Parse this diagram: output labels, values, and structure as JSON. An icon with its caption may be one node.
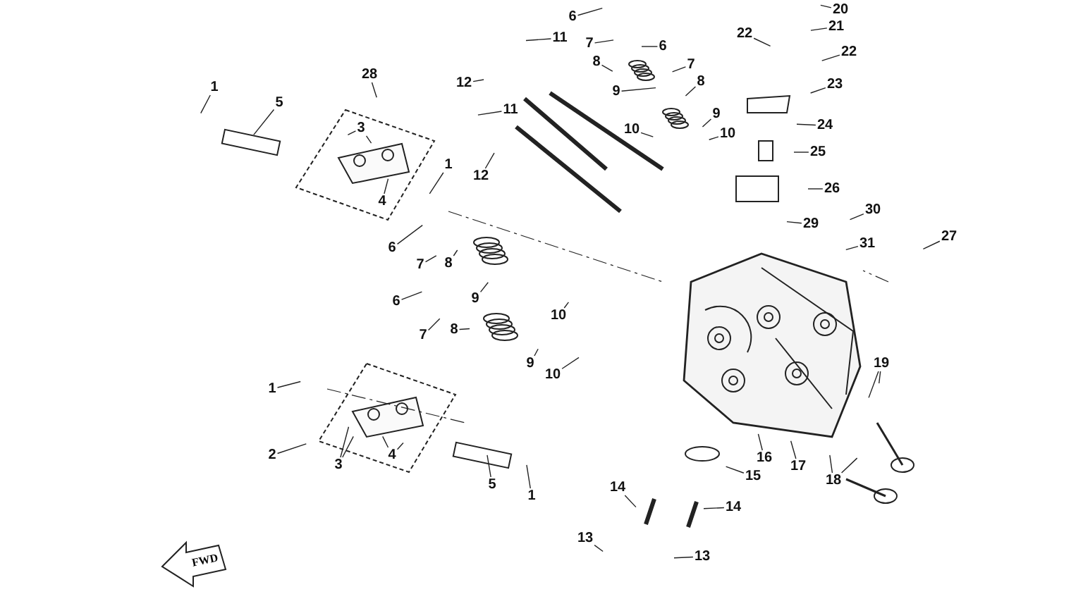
{
  "diagram": {
    "nodes": [
      {
        "text": [
          "1"
        ]
      },
      {
        "text": [
          "5"
        ]
      },
      {
        "text": [
          "28"
        ]
      },
      {
        "text": [
          "3"
        ]
      },
      {
        "text": [
          "4"
        ]
      },
      {
        "text": [
          "1"
        ]
      },
      {
        "text": [
          "12"
        ]
      },
      {
        "text": [
          "11"
        ]
      },
      {
        "text": [
          "12"
        ]
      },
      {
        "text": [
          "11"
        ]
      },
      {
        "text": [
          "6"
        ]
      },
      {
        "text": [
          "7"
        ]
      },
      {
        "text": [
          "8"
        ]
      },
      {
        "text": [
          "9"
        ]
      },
      {
        "text": [
          "10"
        ]
      },
      {
        "text": [
          "6"
        ]
      },
      {
        "text": [
          "7"
        ]
      },
      {
        "text": [
          "8"
        ]
      },
      {
        "text": [
          "9"
        ]
      },
      {
        "text": [
          "10"
        ]
      },
      {
        "text": [
          "20"
        ]
      },
      {
        "text": [
          "21"
        ]
      },
      {
        "text": [
          "22"
        ]
      },
      {
        "text": [
          "22"
        ]
      },
      {
        "text": [
          "23"
        ]
      },
      {
        "text": [
          "24"
        ]
      },
      {
        "text": [
          "25"
        ]
      },
      {
        "text": [
          "26"
        ]
      },
      {
        "text": [
          "29"
        ]
      },
      {
        "text": [
          "30"
        ]
      },
      {
        "text": [
          "31"
        ]
      },
      {
        "text": [
          "27"
        ]
      },
      {
        "text": [
          "6"
        ]
      },
      {
        "text": [
          "7"
        ]
      },
      {
        "text": [
          "8"
        ]
      },
      {
        "text": [
          "9"
        ]
      },
      {
        "text": [
          "10"
        ]
      },
      {
        "text": [
          "6"
        ]
      },
      {
        "text": [
          "7"
        ]
      },
      {
        "text": [
          "8"
        ]
      },
      {
        "text": [
          "9"
        ]
      },
      {
        "text": [
          "10"
        ]
      },
      {
        "text": [
          "1"
        ]
      },
      {
        "text": [
          "2"
        ]
      },
      {
        "text": [
          "3"
        ]
      },
      {
        "text": [
          "4"
        ]
      },
      {
        "text": [
          "5"
        ]
      },
      {
        "text": [
          "1"
        ]
      },
      {
        "text": [
          "14"
        ]
      },
      {
        "text": [
          "14"
        ]
      },
      {
        "text": [
          "13"
        ]
      },
      {
        "text": [
          "13"
        ]
      },
      {
        "text": [
          "15"
        ]
      },
      {
        "text": [
          "16"
        ]
      },
      {
        "text": [
          "17"
        ]
      },
      {
        "text": [
          "18"
        ]
      },
      {
        "text": [
          "19"
        ]
      }
    ],
    "edges": [
      {
        "from": 0,
        "to": null,
        "arrow": "none"
      },
      {
        "from": 1,
        "to": null,
        "arrow": "none"
      },
      {
        "from": 2,
        "to": null,
        "arrow": "none"
      },
      {
        "from": 3,
        "to": null,
        "arrow": "none"
      },
      {
        "from": 3,
        "to": null,
        "arrow": "none"
      },
      {
        "from": 4,
        "to": null,
        "arrow": "none"
      },
      {
        "from": 5,
        "to": null,
        "arrow": "none"
      },
      {
        "from": 6,
        "to": null,
        "arrow": "none"
      },
      {
        "from": 7,
        "to": null,
        "arrow": "none"
      },
      {
        "from": 8,
        "to": null,
        "arrow": "none"
      },
      {
        "from": 9,
        "to": null,
        "arrow": "none"
      },
      {
        "from": 10,
        "to": null,
        "arrow": "none"
      },
      {
        "from": 11,
        "to": null,
        "arrow": "none"
      },
      {
        "from": 12,
        "to": null,
        "arrow": "none"
      },
      {
        "from": 13,
        "to": null,
        "arrow": "none"
      },
      {
        "from": 14,
        "to": null,
        "arrow": "none"
      },
      {
        "from": 15,
        "to": null,
        "arrow": "none"
      },
      {
        "from": 16,
        "to": null,
        "arrow": "none"
      },
      {
        "from": 17,
        "to": null,
        "arrow": "none"
      },
      {
        "from": 18,
        "to": null,
        "arrow": "none"
      },
      {
        "from": 19,
        "to": null,
        "arrow": "none"
      },
      {
        "from": 20,
        "to": null,
        "arrow": "none"
      },
      {
        "from": 21,
        "to": null,
        "arrow": "none"
      },
      {
        "from": 22,
        "to": null,
        "arrow": "none"
      },
      {
        "from": 23,
        "to": null,
        "arrow": "none"
      },
      {
        "from": 24,
        "to": null,
        "arrow": "none"
      },
      {
        "from": 25,
        "to": null,
        "arrow": "none"
      },
      {
        "from": 26,
        "to": null,
        "arrow": "none"
      },
      {
        "from": 27,
        "to": null,
        "arrow": "none"
      },
      {
        "from": 28,
        "to": null,
        "arrow": "none"
      },
      {
        "from": 29,
        "to": null,
        "arrow": "none"
      },
      {
        "from": 30,
        "to": null,
        "arrow": "none"
      },
      {
        "from": 31,
        "to": null,
        "arrow": "none"
      },
      {
        "from": 32,
        "to": null,
        "arrow": "none"
      },
      {
        "from": 33,
        "to": null,
        "arrow": "none"
      },
      {
        "from": 34,
        "to": null,
        "arrow": "none"
      },
      {
        "from": 35,
        "to": null,
        "arrow": "none"
      },
      {
        "from": 36,
        "to": null,
        "arrow": "none"
      },
      {
        "from": 37,
        "to": null,
        "arrow": "none"
      },
      {
        "from": 38,
        "to": null,
        "arrow": "none"
      },
      {
        "from": 39,
        "to": null,
        "arrow": "none"
      },
      {
        "from": 40,
        "to": null,
        "arrow": "none"
      },
      {
        "from": 41,
        "to": null,
        "arrow": "none"
      },
      {
        "from": 42,
        "to": null,
        "arrow": "none"
      },
      {
        "from": 43,
        "to": null,
        "arrow": "none"
      },
      {
        "from": 44,
        "to": null,
        "arrow": "none"
      },
      {
        "from": 44,
        "to": null,
        "arrow": "none"
      },
      {
        "from": 45,
        "to": null,
        "arrow": "none"
      },
      {
        "from": 45,
        "to": null,
        "arrow": "none"
      },
      {
        "from": 46,
        "to": null,
        "arrow": "none"
      },
      {
        "from": 47,
        "to": null,
        "arrow": "none"
      },
      {
        "from": 48,
        "to": null,
        "arrow": "none"
      },
      {
        "from": 49,
        "to": null,
        "arrow": "none"
      },
      {
        "from": 50,
        "to": null,
        "arrow": "none"
      },
      {
        "from": 51,
        "to": null,
        "arrow": "none"
      },
      {
        "from": 52,
        "to": null,
        "arrow": "none"
      },
      {
        "from": 53,
        "to": null,
        "arrow": "none"
      },
      {
        "from": 54,
        "to": null,
        "arrow": "none"
      },
      {
        "from": 55,
        "to": null,
        "arrow": "none"
      },
      {
        "from": 55,
        "to": null,
        "arrow": "none"
      },
      {
        "from": 56,
        "to": null,
        "arrow": "none"
      },
      {
        "from": 56,
        "to": null,
        "arrow": "none"
      }
    ],
    "labels": [
      "FWD"
    ]
  }
}
